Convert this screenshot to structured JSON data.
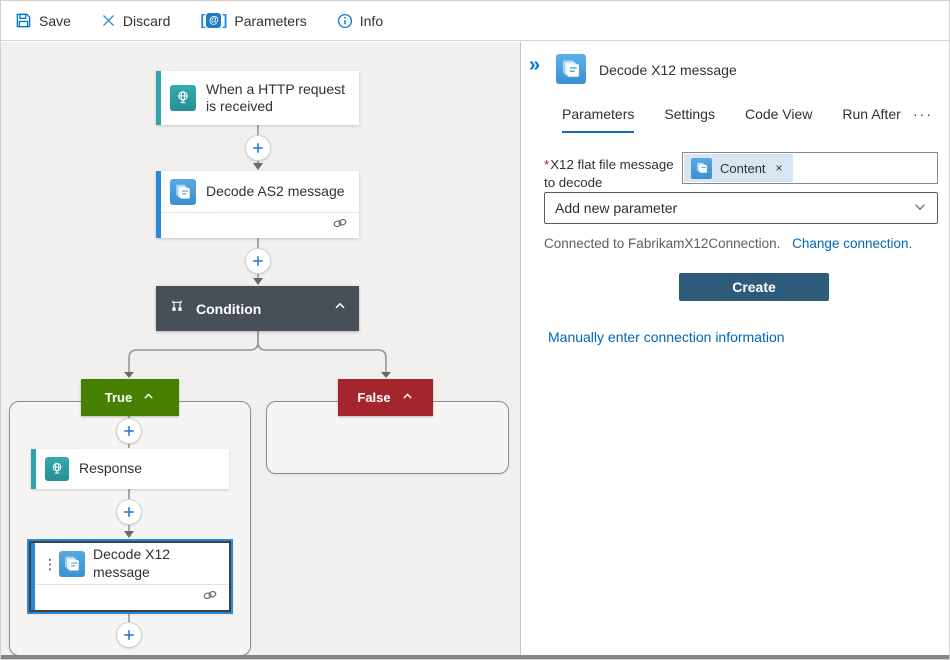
{
  "toolbar": {
    "save": "Save",
    "discard": "Discard",
    "parameters": "Parameters",
    "info": "Info"
  },
  "canvas": {
    "trigger": {
      "title": "When a HTTP request is received"
    },
    "as2": {
      "title": "Decode AS2 message"
    },
    "condition": {
      "title": "Condition"
    },
    "true_branch": {
      "label": "True"
    },
    "false_branch": {
      "label": "False"
    },
    "response": {
      "title": "Response"
    },
    "x12": {
      "title": "Decode X12 message"
    }
  },
  "panel": {
    "title": "Decode X12 message",
    "tabs": [
      {
        "label": "Parameters"
      },
      {
        "label": "Settings"
      },
      {
        "label": "Code View"
      },
      {
        "label": "Run After"
      }
    ],
    "field": {
      "required_mark": "*",
      "label": "X12 flat file message to decode",
      "token": "Content"
    },
    "add_param_placeholder": "Add new parameter",
    "connection": {
      "status": "Connected to FabrikamX12Connection.",
      "change_link": "Change connection."
    },
    "create_button": "Create",
    "manual_link": "Manually enter connection information"
  },
  "glyphs": {
    "collapse": "»",
    "overflow": "···",
    "token_remove": "×",
    "more": "⋮"
  },
  "colors": {
    "accent_blue": "#0078d4",
    "icon_blue": "#4a9fd8",
    "teal": "#2ea3a9",
    "condition_dark": "#474f59",
    "true_green": "#477f00",
    "false_red": "#a4262c",
    "create_button": "#2e5b7a",
    "token_bg": "#d8e6f4",
    "canvas_bg": "#f1f0ef"
  }
}
